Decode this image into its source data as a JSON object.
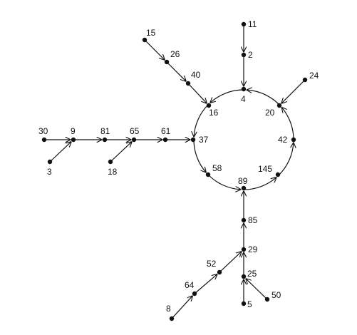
{
  "graph": {
    "type": "functional-graph",
    "nodes": [
      {
        "id": "11",
        "label": "11"
      },
      {
        "id": "2",
        "label": "2"
      },
      {
        "id": "4",
        "label": "4"
      },
      {
        "id": "24",
        "label": "24"
      },
      {
        "id": "20",
        "label": "20"
      },
      {
        "id": "42",
        "label": "42"
      },
      {
        "id": "145",
        "label": "145"
      },
      {
        "id": "89",
        "label": "89"
      },
      {
        "id": "58",
        "label": "58"
      },
      {
        "id": "37",
        "label": "37"
      },
      {
        "id": "16",
        "label": "16"
      },
      {
        "id": "15",
        "label": "15"
      },
      {
        "id": "26",
        "label": "26"
      },
      {
        "id": "40",
        "label": "40"
      },
      {
        "id": "30",
        "label": "30"
      },
      {
        "id": "9",
        "label": "9"
      },
      {
        "id": "3",
        "label": "3"
      },
      {
        "id": "81",
        "label": "81"
      },
      {
        "id": "65",
        "label": "65"
      },
      {
        "id": "18",
        "label": "18"
      },
      {
        "id": "61",
        "label": "61"
      },
      {
        "id": "85",
        "label": "85"
      },
      {
        "id": "29",
        "label": "29"
      },
      {
        "id": "52",
        "label": "52"
      },
      {
        "id": "64",
        "label": "64"
      },
      {
        "id": "8",
        "label": "8"
      },
      {
        "id": "25",
        "label": "25"
      },
      {
        "id": "5",
        "label": "5"
      },
      {
        "id": "50",
        "label": "50"
      }
    ],
    "edges": [
      {
        "from": "11",
        "to": "2"
      },
      {
        "from": "2",
        "to": "4"
      },
      {
        "from": "24",
        "to": "20"
      },
      {
        "from": "15",
        "to": "26"
      },
      {
        "from": "26",
        "to": "40"
      },
      {
        "from": "40",
        "to": "16"
      },
      {
        "from": "30",
        "to": "9"
      },
      {
        "from": "3",
        "to": "9"
      },
      {
        "from": "9",
        "to": "81"
      },
      {
        "from": "81",
        "to": "65"
      },
      {
        "from": "18",
        "to": "65"
      },
      {
        "from": "65",
        "to": "61"
      },
      {
        "from": "61",
        "to": "37"
      },
      {
        "from": "85",
        "to": "89"
      },
      {
        "from": "29",
        "to": "85"
      },
      {
        "from": "52",
        "to": "29"
      },
      {
        "from": "64",
        "to": "52"
      },
      {
        "from": "8",
        "to": "64"
      },
      {
        "from": "25",
        "to": "29"
      },
      {
        "from": "5",
        "to": "25"
      },
      {
        "from": "50",
        "to": "25"
      }
    ],
    "cycle": [
      "4",
      "16",
      "37",
      "58",
      "89",
      "145",
      "42",
      "20"
    ]
  }
}
